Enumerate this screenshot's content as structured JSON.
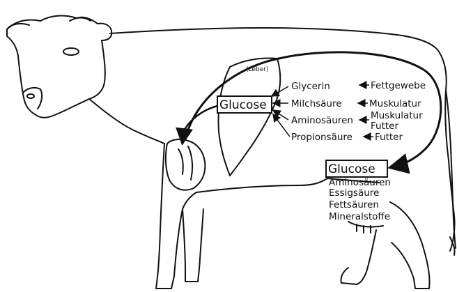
{
  "diagram": {
    "liver_label": "(Leber)",
    "glucose_liver": "Glucose",
    "glucose_udder": "Glucose",
    "precursors": [
      {
        "name": "Glycerin",
        "source": "Fettgewebe"
      },
      {
        "name": "Milchsäure",
        "source": "Muskulatur"
      },
      {
        "name": "Aminosäuren",
        "source": "Muskulatur",
        "source2": "Futter"
      },
      {
        "name": "Propionsäure",
        "source": "Futter"
      }
    ],
    "udder_components": [
      "Aminosäuren",
      "Essigsäure",
      "Fettsäuren",
      "Mineralstoffe"
    ],
    "colors": {
      "ink": "#111111",
      "background": "#ffffff"
    }
  }
}
